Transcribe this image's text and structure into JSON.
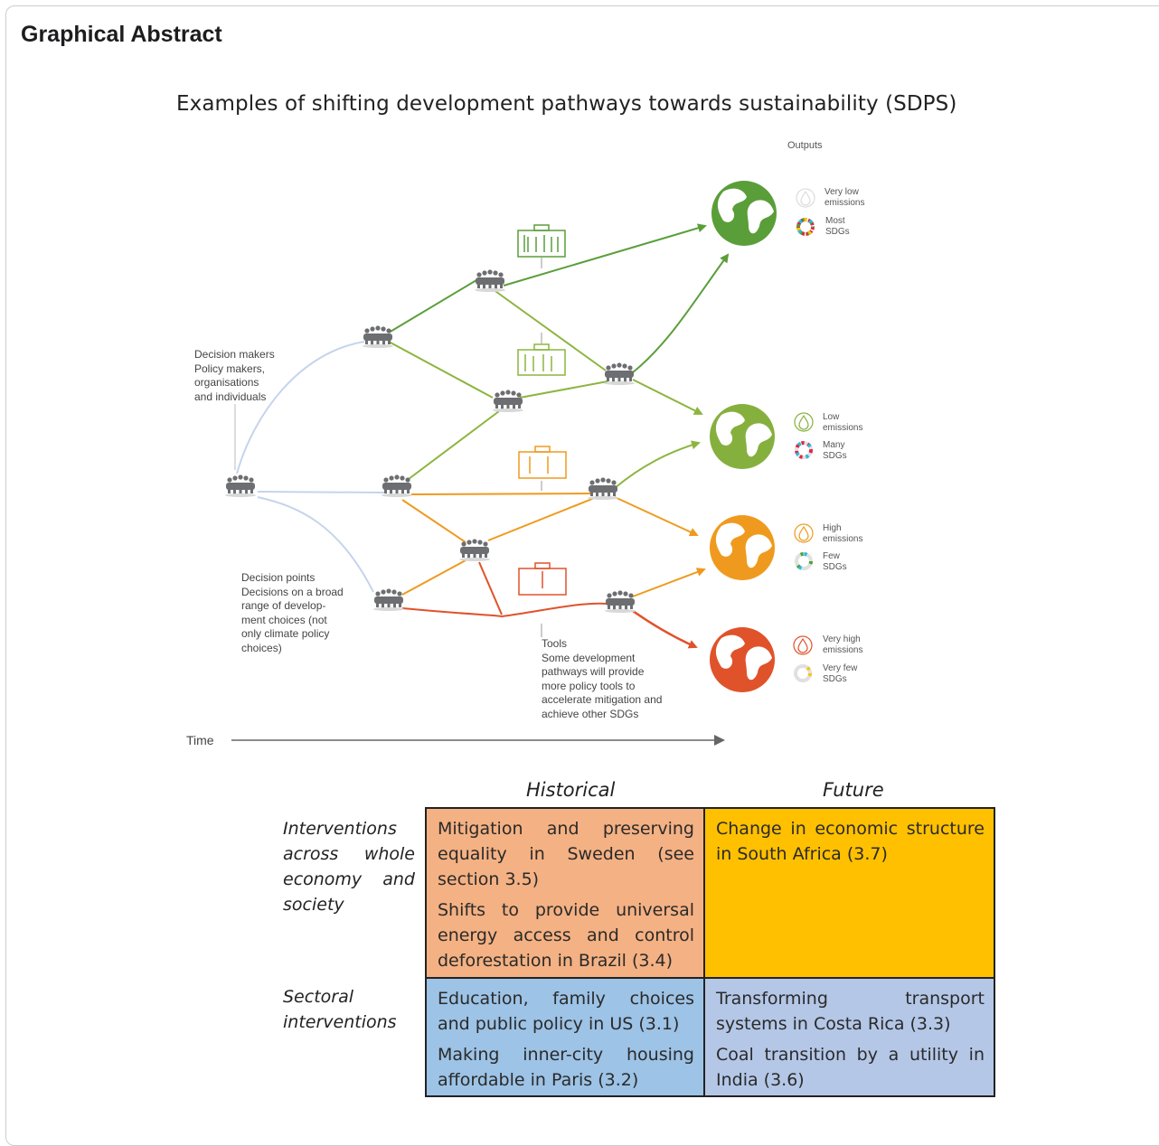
{
  "header": {
    "title": "Graphical Abstract"
  },
  "diagram": {
    "title": "Examples of shifting development pathways towards sustainability (SDPS)",
    "outputs_label": "Outputs",
    "decision_makers": [
      "Decision makers",
      "Policy makers,",
      "organisations",
      "and individuals"
    ],
    "decision_points": [
      "Decision points",
      "Decisions on a broad",
      "range of develop-",
      "ment choices (not",
      "only climate policy",
      "choices)"
    ],
    "tools": [
      "Tools",
      "Some development",
      "pathways will provide",
      "more policy tools to",
      "accelerate mitigation and",
      "achieve other SDGs"
    ],
    "time_label": "Time",
    "outputs": [
      {
        "emissions": [
          "Very low",
          "emissions"
        ],
        "sdgs": [
          "Most",
          "SDGs"
        ],
        "color": "#5a9e3a"
      },
      {
        "emissions": [
          "Low",
          "emissions"
        ],
        "sdgs": [
          "Many",
          "SDGs"
        ],
        "color": "#86b03e"
      },
      {
        "emissions": [
          "High",
          "emissions"
        ],
        "sdgs": [
          "Few",
          "SDGs"
        ],
        "color": "#ef9a1e"
      },
      {
        "emissions": [
          "Very high",
          "emissions"
        ],
        "sdgs": [
          "Very few",
          "SDGs"
        ],
        "color": "#e0522a"
      }
    ],
    "colors": {
      "dark_green": "#5a9e3a",
      "light_green": "#8cb53f",
      "orange": "#ef9a1e",
      "red_orange": "#e0522a",
      "light_blue": "#c5d4ec",
      "node": "#6d6e71"
    }
  },
  "table": {
    "col_historical": "Historical",
    "col_future": "Future",
    "row_economy": [
      "Interventions",
      "across",
      "whole",
      "economy",
      "and",
      "society"
    ],
    "row_sectoral": [
      "Sectoral",
      "interventions"
    ],
    "hist_economy": [
      "Mitigation and preserving equality in Sweden (see section 3.5)",
      "Shifts to provide universal energy access and control deforestation in Brazil (3.4)"
    ],
    "future_economy": [
      "Change in economic structure in South Africa (3.7)"
    ],
    "hist_sectoral": [
      "Education, family choices and public policy in US (3.1)",
      "Making inner-city housing affordable in Paris (3.2)"
    ],
    "future_sectoral": [
      "Transforming transport systems in Costa Rica (3.3)",
      "Coal transition by a utility in India (3.6)"
    ],
    "colors": {
      "hist_economy": "#f4b183",
      "future_economy": "#ffc000",
      "hist_sectoral": "#9dc3e6",
      "future_sectoral": "#b4c7e7"
    }
  }
}
